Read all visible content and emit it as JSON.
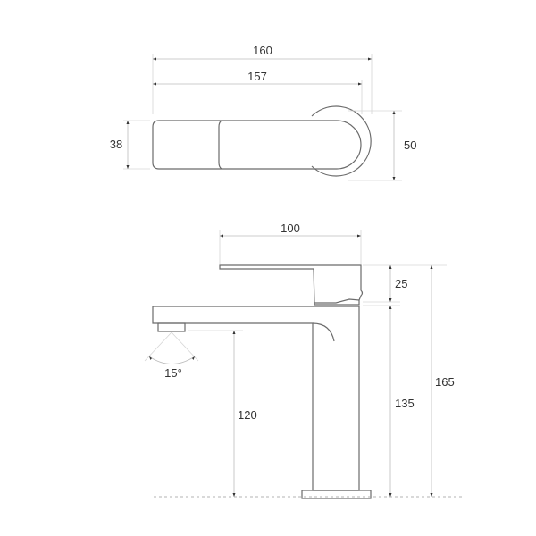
{
  "drawing": {
    "title": "Basin mixer tap technical drawing",
    "units": "mm",
    "colors": {
      "outline": "#6b6b6b",
      "dimension_line": "#bdbdbd",
      "text": "#333333",
      "background": "#ffffff"
    },
    "top_view": {
      "dimensions": {
        "overall_length": "160",
        "handle_length": "157",
        "handle_width": "38",
        "base_diameter": "50"
      }
    },
    "side_view": {
      "dimensions": {
        "handle_length": "100",
        "handle_height": "25",
        "spout_height": "120",
        "body_height": "135",
        "overall_height": "165",
        "spray_angle": "15°"
      }
    }
  }
}
